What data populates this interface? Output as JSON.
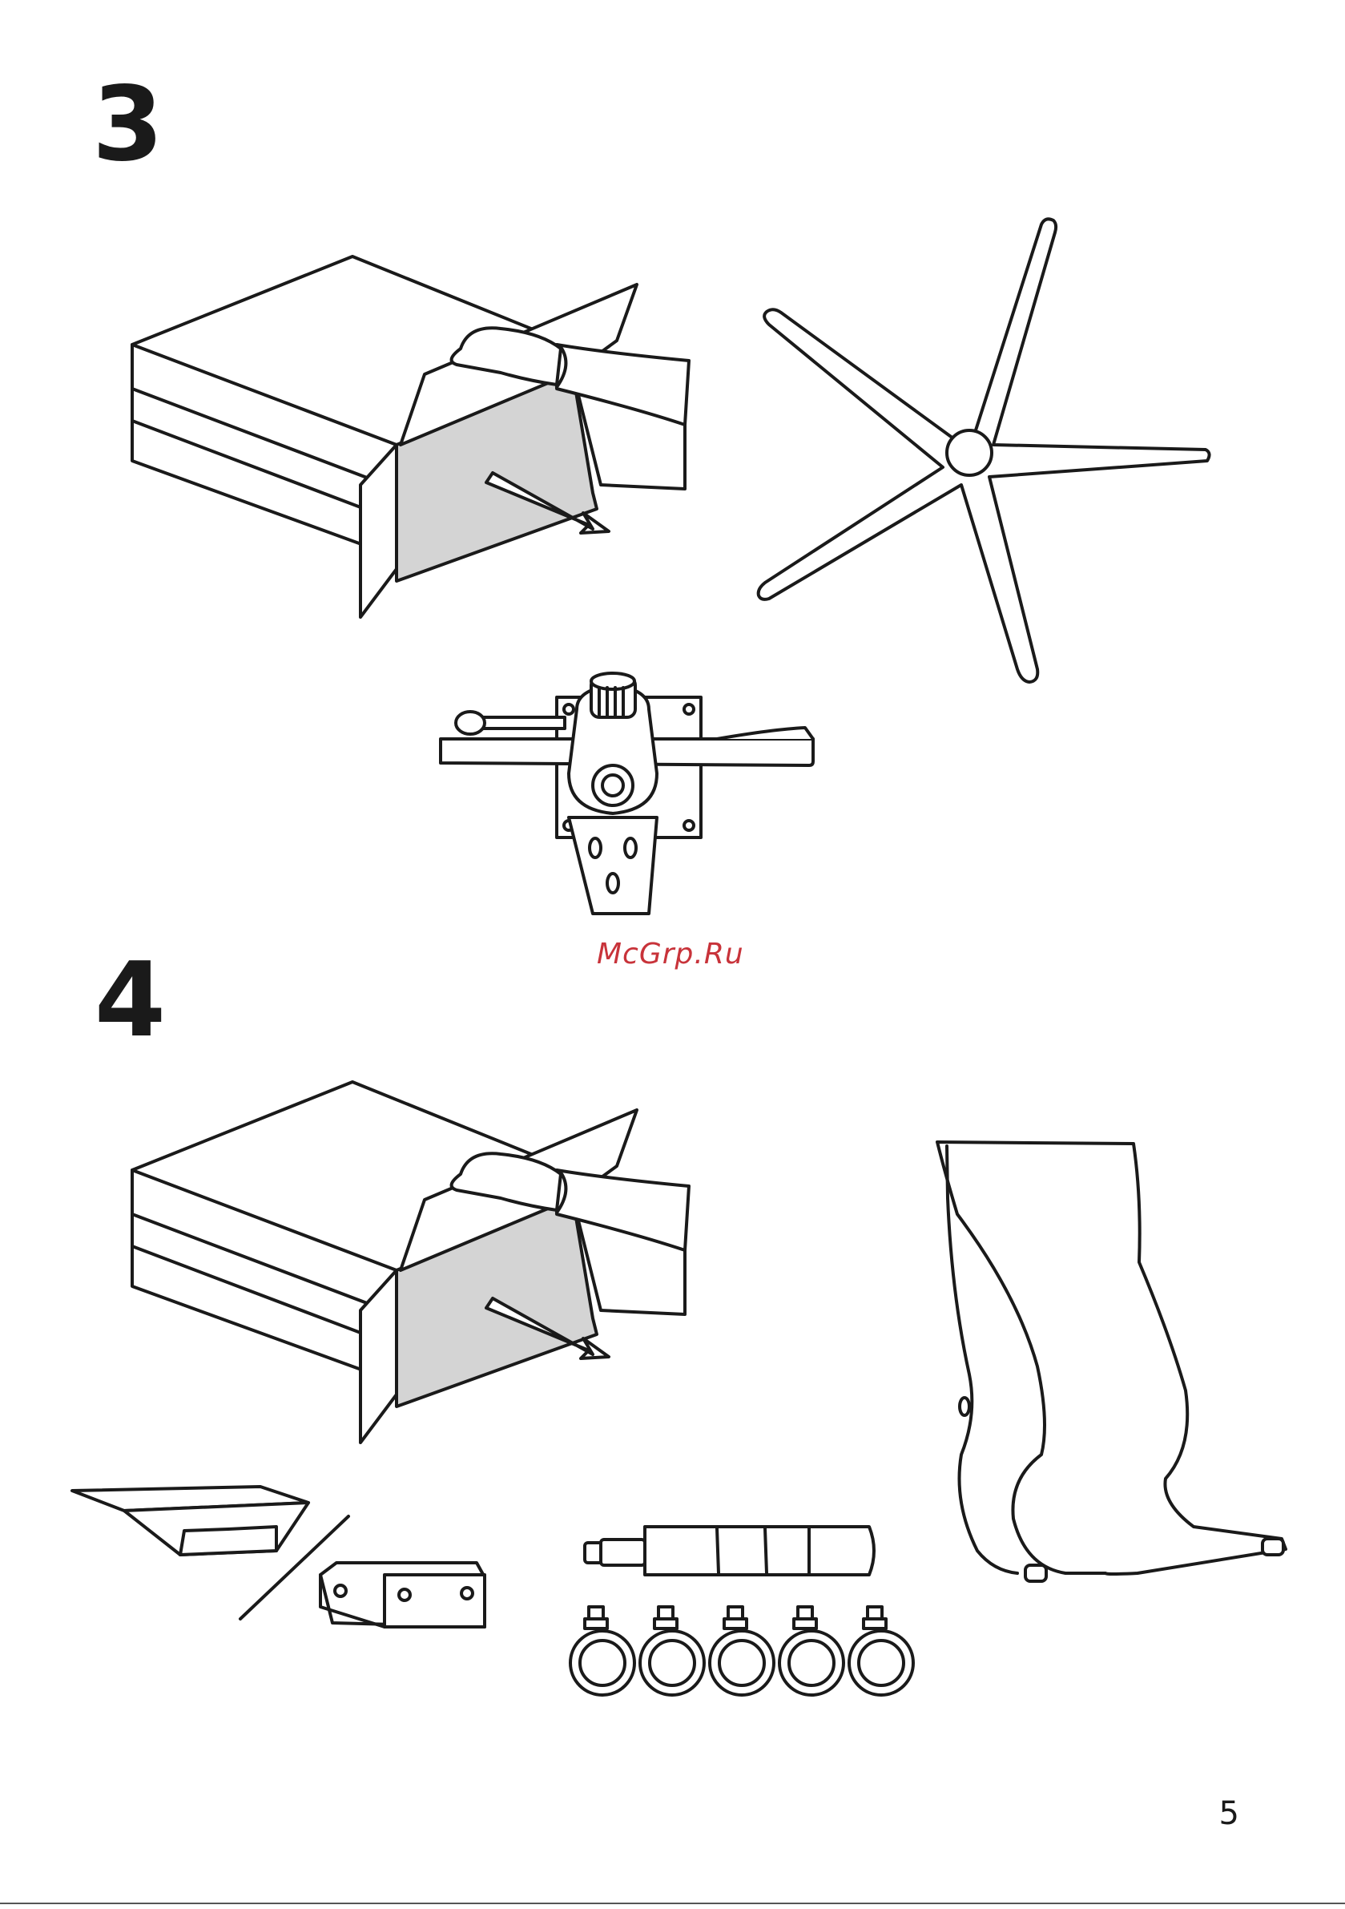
{
  "steps": [
    {
      "number": "3"
    },
    {
      "number": "4"
    }
  ],
  "watermark": "McGrp.Ru",
  "page_number": "5",
  "illustrations": {
    "step3": [
      "open-box-icon",
      "star-base-icon",
      "seat-mechanism-icon"
    ],
    "step4": [
      "open-box-icon",
      "armrest-bracket-icon",
      "gas-lift-cylinder-icon",
      "caster-wheel-icon",
      "backrest-frame-icon"
    ]
  },
  "colors": {
    "line": "#1a1a1a",
    "fill_inner": "#d4d4d4",
    "watermark": "#c8333a"
  }
}
